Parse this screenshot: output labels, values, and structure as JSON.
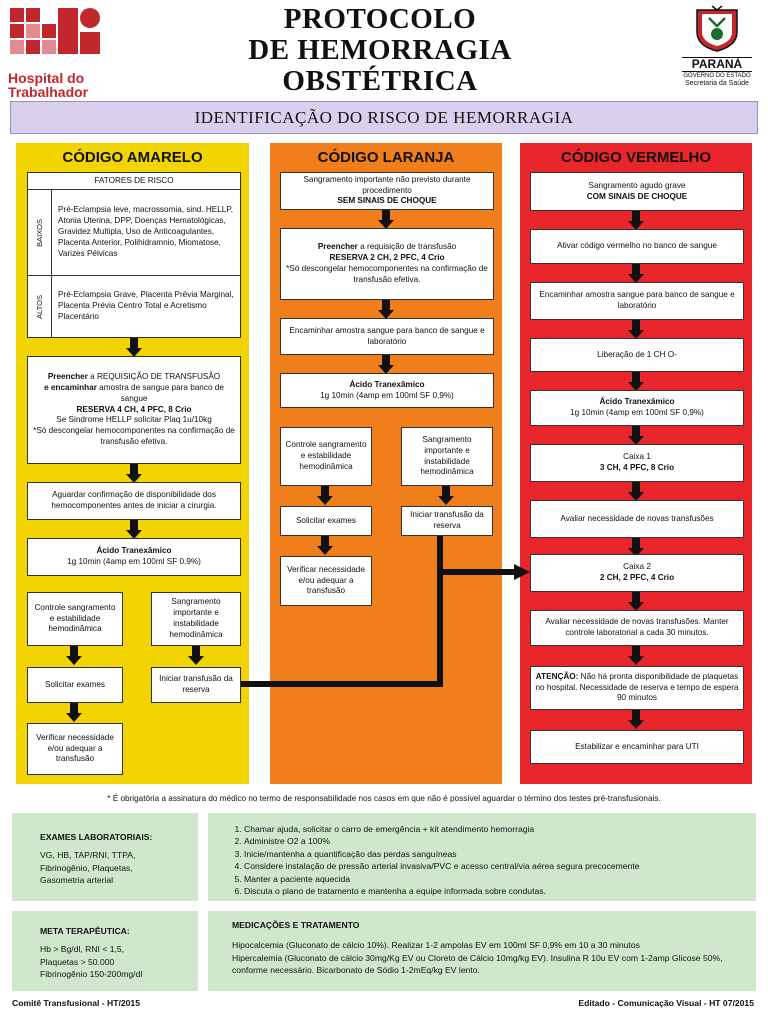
{
  "header": {
    "hospital_name_line1": "Hospital do",
    "hospital_name_line2": "Trabalhador",
    "title_line1": "PROTOCOLO",
    "title_line2": "DE HEMORRAGIA",
    "title_line3": "OBSTÉTRICA",
    "state_name": "PARANÁ",
    "state_sub1": "GOVERNO DO ESTADO",
    "state_sub2": "Secretaria da Saúde",
    "subtitle": "IDENTIFICAÇÃO DO RISCO DE HEMORRAGIA"
  },
  "amarelo": {
    "title": "CÓDIGO AMARELO",
    "risk_header": "FATORES DE RISCO",
    "low_label": "BAIXOS",
    "low_text": "Pré-Eclampsia leve, macrossomia, sind. HELLP, Atonia Uterina, DPP, Doenças Hematológicas, Gravidez Multipla, Uso de Anticoagulantes, Placenta Anterior, Polihidramnio, Miomatose, Varizes Pélvicas",
    "high_label": "ALTOS",
    "high_text": "Pré-Eclampsia Grave, Placenta Prévia Marginal, Placenta Prévia Centro Total e Acretismo Placentário",
    "req_bold1": "Preencher",
    "req_text1": " a REQUISIÇÃO DE TRANSFUSÃO",
    "req_bold2": "e encaminhar",
    "req_text2": " amostra de sangue para banco de sangue",
    "req_reserve": "RESERVA 4 CH, 4 PFC, 8 Crio",
    "req_hellp": "Se Sindrome HELLP solicitar Plaq 1u/10kg",
    "req_note": "*Só descongelar hemocomponentes na confirmação de transfusão efetiva.",
    "await": "Aguardar confirmação de disponibilidade dos hemocomponentes antes de iniciar a cirurgia.",
    "acid_title": "Ácido Tranexâmico",
    "acid_dose": "1g 10min (4amp em 100ml SF 0,9%)",
    "stable": "Controle sangramento e estabilidade hemodinâmica",
    "unstable": "Sangramento importante e instabilidade hemodinâmica",
    "exams": "Solicitar exames",
    "start_tx": "Iniciar transfusão da reserva",
    "verify": "Verificar necessidade e/ou adequar a transfusão"
  },
  "laranja": {
    "title": "CÓDIGO LARANJA",
    "bleed_text": "Sangramento importante não previsto durante procedimento",
    "bleed_bold": "SEM SINAIS DE CHOQUE",
    "fill_bold": "Preencher",
    "fill_text": " a requisição de transfusão",
    "fill_reserve": "RESERVA 2 CH, 2 PFC, 4 Crio",
    "fill_note": "*Só descongelar hemocomponentes na confirmação de transfusão efetiva.",
    "send": "Encaminhar amostra sangue para banco de sangue e laboratório",
    "acid_title": "Ácido Tranexâmico",
    "acid_dose": "1g 10min (4amp em 100ml SF 0,9%)",
    "stable": "Controle sangramento e estabilidade hemodinâmica",
    "unstable": "Sangramento importante e instabilidade hemodinâmica",
    "exams": "Solicitar exames",
    "start_tx": "Iniciar transfusão da reserva",
    "verify": "Verificar necessidade e/ou adequar a transfusão"
  },
  "vermelho": {
    "title": "CÓDIGO VERMELHO",
    "bleed_text": "Sangramento agudo grave",
    "bleed_bold": "COM SINAIS DE CHOQUE",
    "activate": "Ativar código vermelho no banco de sangue",
    "send": "Encaminhar amostra sangue para banco de sangue e laboratório",
    "release": "Liberação de 1 CH O-",
    "acid_title": "Ácido Tranexâmico",
    "acid_dose": "1g 10min (4amp em 100ml SF 0,9%)",
    "box1_title": "Caixa 1",
    "box1_content": "3 CH, 4 PFC, 8 Crio",
    "evaluate": "Avaliar necessidade de novas transfusões",
    "box2_title": "Caixa 2",
    "box2_content": "2 CH, 2 PFC, 4 Crio",
    "evaluate_maintain": "Avaliar necessidade de novas transfusões. Manter controle laboratorial a cada 30 minutos.",
    "attention_bold": "ATENÇÃO:",
    "attention_text": " Não há pronta disponibilidade de plaquetas no hospital. Necessidade de reserva e tempo de espera 90 minutos",
    "stabilize": "Estabilizar e encaminhar para UTI"
  },
  "footnote": "* É obrigatória a assinatura do médico no termo de responsabilidade nos casos em que não é possível aguardar o término dos testes pré-transfusionais.",
  "labs": {
    "title": "EXAMES LABORATORIAIS:",
    "lines": [
      "VG, HB, TAP/RNI, TTPA,",
      "Fibrinogênio, Plaquetas,",
      "Gasometria arterial"
    ]
  },
  "steps": [
    "Chamar ajuda, solicitar o carro de emergência + kit atendimento hemorragia",
    "Administre O2 a 100%",
    "Inicie/mantenha a quantificação das perdas sanguíneas",
    "Considere instalação de pressão arterial invasiva/PVC e acesso central/via aérea segura precocemente",
    "Manter a paciente aquecida",
    "Discuta o plano de tratamento e mantenha a equipe informada sobre condutas."
  ],
  "goal": {
    "title": "META TERAPÊUTICA:",
    "lines": [
      "Hb > Bg/dl, RNI < 1,5,",
      "Plaquetas > 50.000",
      "Fibrinogênio 150-200mg/dl"
    ]
  },
  "meds": {
    "title": "MEDICAÇÕES E TRATAMENTO",
    "line1": "Hipocalcemia (Gluconato de cálcio 10%). Realizar 1-2 ampolas EV em 100ml SF 0,9% em 10 a 30 minutos",
    "line2": "Hipercalemia (Gluconato de cálcio 30mg/Kg EV ou Cloreto de Cálcio 10mg/kg EV). Insulina R 10u EV com 1-2amp Glicose 50%, conforme necessário. Bicarbonato de Sódio 1-2mEq/kg EV lento."
  },
  "footer": {
    "left": "Comitê Transfusional - HT/2015",
    "right": "Editado - Comunicação Visual - HT 07/2015"
  },
  "colors": {
    "amarelo": "#f1d400",
    "laranja": "#f07e1a",
    "vermelho": "#e9262b",
    "subtitle_bg": "#d9d0ee",
    "green_bg": "#cfe8cc",
    "hospital_red": "#c1272d"
  }
}
